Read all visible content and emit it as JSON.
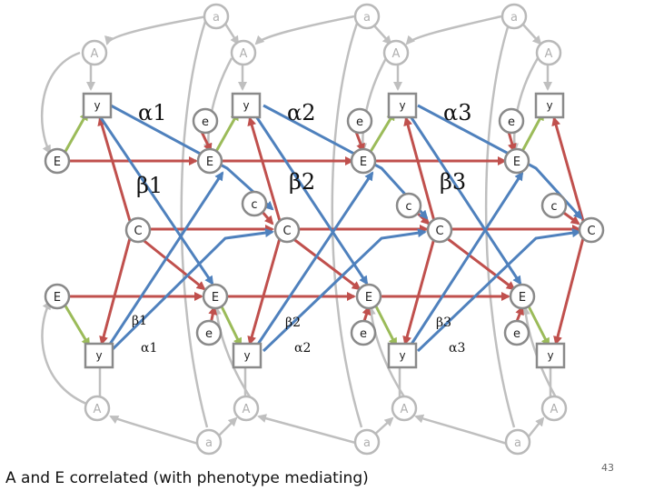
{
  "caption": "A and E correlated (with phenotype mediating)",
  "page_number": "43",
  "colors": {
    "red": "#c0504d",
    "blue": "#4f81bd",
    "green": "#9bbb59",
    "grey": "#bfbfbf"
  },
  "labels": {
    "a": "a",
    "A": "A",
    "y": "y",
    "e": "e",
    "E": "E",
    "c": "c",
    "C": "C"
  },
  "params": {
    "alpha1": "α1",
    "alpha2": "α2",
    "alpha3": "α3",
    "beta1": "β1",
    "beta2": "β2",
    "beta3": "β3"
  }
}
